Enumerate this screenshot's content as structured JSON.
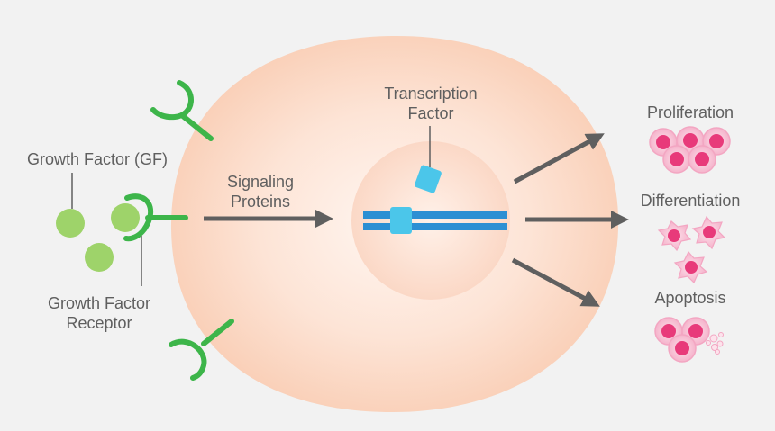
{
  "labels": {
    "growth_factor": "Growth Factor (GF)",
    "receptor_line1": "Growth Factor",
    "receptor_line2": "Receptor",
    "signaling_line1": "Signaling",
    "signaling_line2": "Proteins",
    "transcription_line1": "Transcription",
    "transcription_line2": "Factor",
    "proliferation": "Proliferation",
    "differentiation": "Differentiation",
    "apoptosis": "Apoptosis"
  },
  "colors": {
    "background": "#f2f2f2",
    "cell_fill": "#fad2bc",
    "cell_center": "#fff6f1",
    "nucleus": "#fbd8c6",
    "receptor_green": "#3db54a",
    "growth_factor_green": "#9ed36a",
    "dna_blue": "#2c8fd3",
    "transcription_factor_cyan": "#4bc6ea",
    "arrow_gray": "#5f5f5f",
    "daughter_cell_pink": "#f7b8cf",
    "daughter_nucleus_magenta": "#e83a7a"
  }
}
